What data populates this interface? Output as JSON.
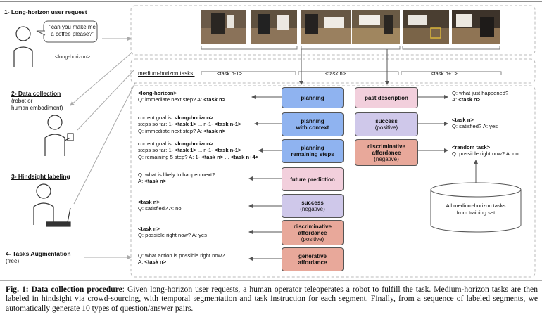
{
  "steps": {
    "s1": "1- Long-horizon user request",
    "s2": "2- Data collection",
    "s2_sub1": "(robot or",
    "s2_sub2": "human embodiment)",
    "s3": "3- Hindsight labeling",
    "s4": "4- Tasks Augmentation",
    "s4_sub": "(free)"
  },
  "speech": {
    "line1": "\"can you make me",
    "line2": "a coffee please?\"",
    "tag": "<long-horizon>"
  },
  "timeline": {
    "label": "medium-horizon tasks:",
    "t1": "<task n-1>",
    "t2": "<task n>",
    "t3": "<task n+1>"
  },
  "boxes": {
    "planning": "planning",
    "planning_ctx_1": "planning",
    "planning_ctx_2": "with context",
    "planning_rem_1": "planning",
    "planning_rem_2": "remaining steps",
    "future": "future prediction",
    "succ_neg_1": "success",
    "succ_neg_2": "(negative)",
    "disc_pos_1": "discriminative",
    "disc_pos_2": "affordance",
    "disc_pos_3": "(positive)",
    "gen_1": "generative",
    "gen_2": "affordance",
    "past": "past description",
    "succ_pos_1": "success",
    "succ_pos_2": "(positive)",
    "disc_neg_1": "discriminative",
    "disc_neg_2": "affordance",
    "disc_neg_3": "(negative)"
  },
  "qa_left": {
    "a1": "<long-horizon>",
    "a2": "Q: immediate next step? A: ",
    "a3": "<task n>",
    "b1": "current goal is: ",
    "b2": "<long-horizon>",
    "b3": ".",
    "b4": "steps so far: 1- ",
    "b5": "<task 1>",
    "b6": " ... n-1- ",
    "b7": "<task n-1>",
    "b8": "Q: immediate next step? A: ",
    "b9": "<task n>",
    "c1": "current goal is: ",
    "c2": "<long-horizon>",
    "c3": ".",
    "c4": "steps so far: 1- ",
    "c5": "<task 1>",
    "c6": " ... n-1- ",
    "c7": "<task n-1>",
    "c8": "Q: remaining 5 step? A: 1- ",
    "c9": "<task n>",
    "c10": " ... ",
    "c11": "<task n+4>",
    "d1": "Q: what is likely to happen next?",
    "d2": "A: ",
    "d3": "<task n>",
    "e1": "<task n>",
    "e2": "Q: satisfied? A: no",
    "f1": "<task n>",
    "f2": "Q: possible right now? A: yes",
    "g1": "Q: what action is possible right now?",
    "g2": "A: ",
    "g3": "<task n>"
  },
  "qa_right": {
    "h1": "Q: what just happened?",
    "h2": "A: ",
    "h3": "<task n>",
    "i1": "<task n>",
    "i2": "Q: satisfied? A: yes",
    "j1": "<random task>",
    "j2": "Q: possible right now? A: no"
  },
  "db": {
    "line1": "All medium-horizon tasks",
    "line2": "from training set"
  },
  "caption": {
    "fig": "Fig. 1:",
    "title": " Data collection procedure",
    "body": ": Given long-horizon user requests, a human operator teleoperates a robot to fulfill the task. Medium-horizon tasks are then labeled in hindsight via crowd-sourcing, with temporal segmentation and task instruction for each segment. Finally, from a sequence of labeled segments, we automatically generate 10 types of question/answer pairs."
  }
}
